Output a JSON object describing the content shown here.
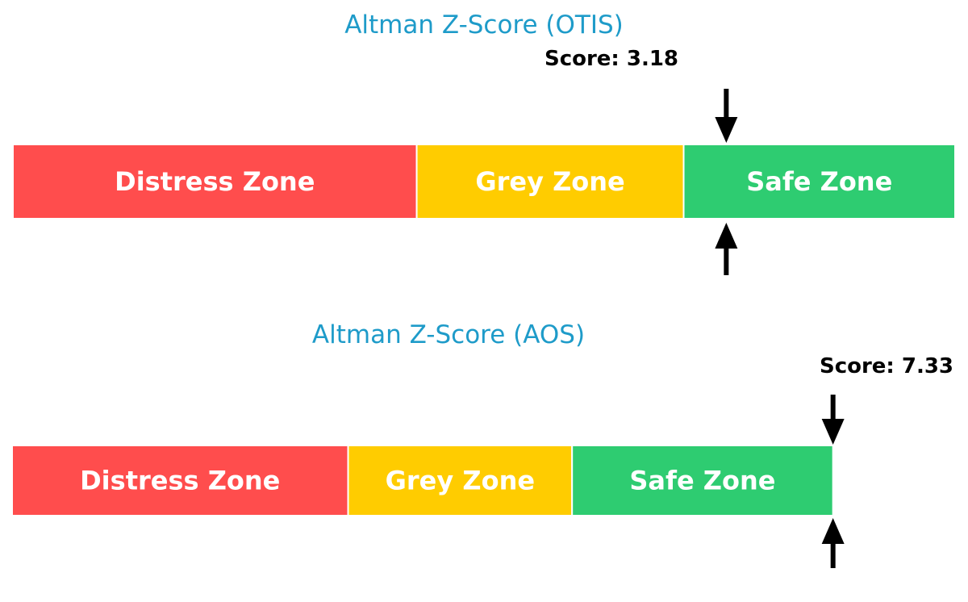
{
  "chart_data": [
    {
      "type": "bar",
      "title": "Altman Z-Score (OTIS)",
      "score_label": "Score: 3.18",
      "score": 3.18,
      "xlim": [
        0,
        4.2
      ],
      "zones": [
        {
          "label": "Distress Zone",
          "start": 0,
          "end": 1.8,
          "color": "#ff4d4d"
        },
        {
          "label": "Grey Zone",
          "start": 1.8,
          "end": 2.99,
          "color": "#ffcc00"
        },
        {
          "label": "Safe Zone",
          "start": 2.99,
          "end": 4.2,
          "color": "#2ecc71"
        }
      ]
    },
    {
      "type": "bar",
      "title": "Altman Z-Score (AOS)",
      "score_label": "Score: 7.33",
      "score": 7.33,
      "xlim": [
        0,
        8.42
      ],
      "zones": [
        {
          "label": "Distress Zone",
          "start": 0,
          "end": 3.0,
          "color": "#ff4d4d"
        },
        {
          "label": "Grey Zone",
          "start": 3.0,
          "end": 5.0,
          "color": "#ffcc00"
        },
        {
          "label": "Safe Zone",
          "start": 5.0,
          "end": 7.33,
          "color": "#2ecc71"
        }
      ]
    }
  ]
}
